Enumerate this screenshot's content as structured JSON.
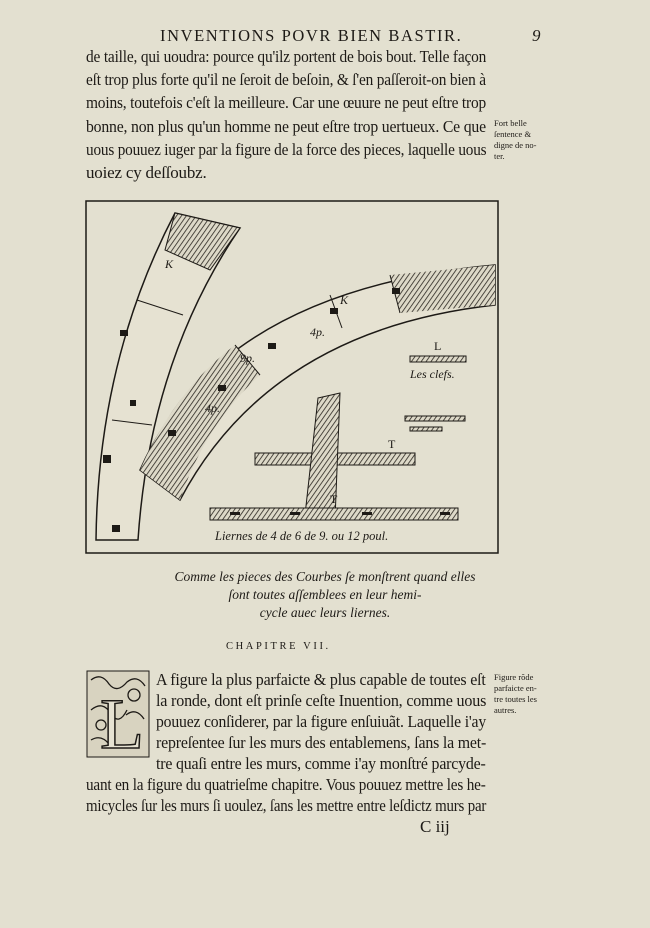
{
  "header": {
    "running_title": "INVENTIONS POVR BIEN BASTIR.",
    "folio": "9"
  },
  "top_text": [
    "de taille, qui uoudra: pource qu'ilz portent de bois bout. Telle façon",
    "eſt trop plus forte qu'il ne ſeroit de beſoin, & ſ'en paſſeroit-on bien à",
    "moins, toutefois c'eſt la meilleure. Car une œuure ne peut eſtre trop",
    "bonne, non plus qu'un homme ne peut eſtre trop uertueux. Ce que",
    "uous pouuez iuger par la figure de la force des pieces, laquelle uous",
    "uoiez cy deſſoubz."
  ],
  "margin_note_1": [
    "Fort belle",
    "ſentence &",
    "digne de no-",
    "ter."
  ],
  "figure": {
    "labels": {
      "l": "L",
      "keys": "Les clefs.",
      "t1": "T",
      "t2": "T",
      "k1": "K",
      "k2": "K",
      "p1": "4p.",
      "p2": "9p.",
      "p3": "4p.",
      "liernes": "Liernes de 4 de 6 de 9. ou 12 poul."
    }
  },
  "caption": [
    "Comme les pieces des Courbes ſe monſtrent quand elles",
    "ſont toutes aſſemblees en leur hemi-",
    "cycle auec leurs liernes."
  ],
  "chapter_title": "CHAPITRE VII.",
  "initial_letter": "L",
  "body_text": [
    "A figure la plus parfaicte & plus capable de toutes eſt",
    "la ronde, dont eſt prinſe ceſte Inuention, comme uous",
    "pouuez conſiderer, par la figure enſuiuãt. Laquelle i'ay",
    "repreſentee ſur les murs des entablemens, ſans la met-",
    "tre quaſi entre les murs, comme i'ay monſtré parcyde-",
    "uant en la figure du quatrieſme chapitre. Vous pouuez mettre les he-",
    "micycles ſur les murs ſi uoulez, ſans les mettre entre leſdictz murs par"
  ],
  "margin_note_2": [
    "Figure rõde",
    "parfaicte en-",
    "tre toutes les",
    "autres."
  ],
  "signature": "C iij"
}
